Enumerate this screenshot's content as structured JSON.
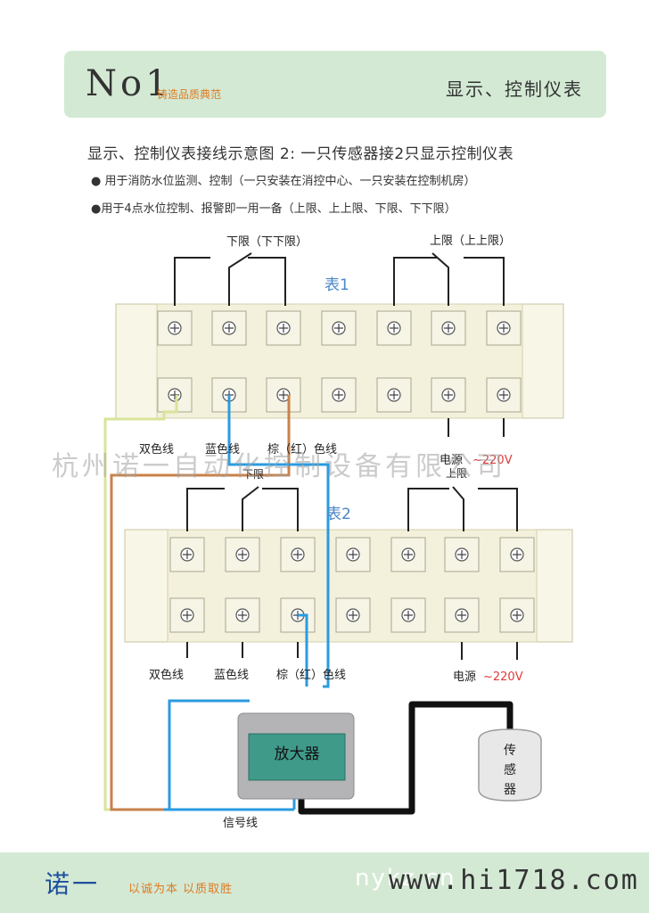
{
  "header": {
    "number": "No1",
    "slogan": "铸造品质典范",
    "category": "显示、控制仪表"
  },
  "title": "显示、控制仪表接线示意图 2: 一只传感器接2只显示控制仪表",
  "bullets": [
    "●  用于消防水位监测、控制（一只安装在消控中心、一只安装在控制机房）",
    "●用于4点水位控制、报警即一用一备（上限、上上限、下限、下下限）"
  ],
  "meter1": {
    "label": "表1",
    "lower_switch": "下限（下下限）",
    "upper_switch": "上限（上上限）",
    "wire_two_color": "双色线",
    "wire_blue": "蓝色线",
    "wire_brown": "棕（红）色线",
    "power": "电源",
    "voltage": "~220V"
  },
  "meter2": {
    "label": "表2",
    "lower_switch": "下限",
    "upper_switch": "上限",
    "wire_two_color": "双色线",
    "wire_blue": "蓝色线",
    "wire_brown": "棕（红）色线",
    "power": "电源",
    "voltage": "~220V"
  },
  "amplifier": "放大器",
  "sensor": "传感器",
  "signal_wire": "信号线",
  "watermark": "杭州诺一自动化控制设备有限公司",
  "footer": {
    "brand": "诺一",
    "motto": "以诚为本  以质取胜",
    "url": "nykz.cn",
    "site_watermark": "www.hi1718.com"
  },
  "colors": {
    "header_bg": "#d3e9d4",
    "accent_orange": "#e07a22",
    "brand_blue": "#1c4f9c",
    "meter_label_blue": "#4a86c8",
    "voltage_red": "#e03a3a",
    "wire_blue": "#2a9be0",
    "wire_brown": "#c8824a",
    "wire_two_color": "#d8e49a",
    "cable_black": "#111111",
    "amplifier_screen": "#3f9a8a"
  }
}
